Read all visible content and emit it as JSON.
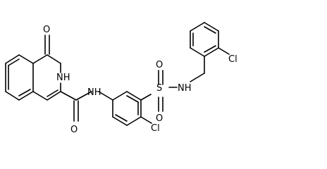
{
  "molecule": {
    "atom_labels": {
      "oxo_O": "O",
      "ring_NH": "NH",
      "ring_H": "H",
      "ring_N": "N",
      "amide_NH": "NH",
      "amide_O": "O",
      "sulfonyl_S": "S",
      "sulfonyl_O_upper": "O",
      "sulfonyl_O_lower": "O",
      "sulfonamide_NH": "NH",
      "chloro_aryl_Cl": "Cl",
      "chloro_top_Cl": "Cl"
    }
  }
}
